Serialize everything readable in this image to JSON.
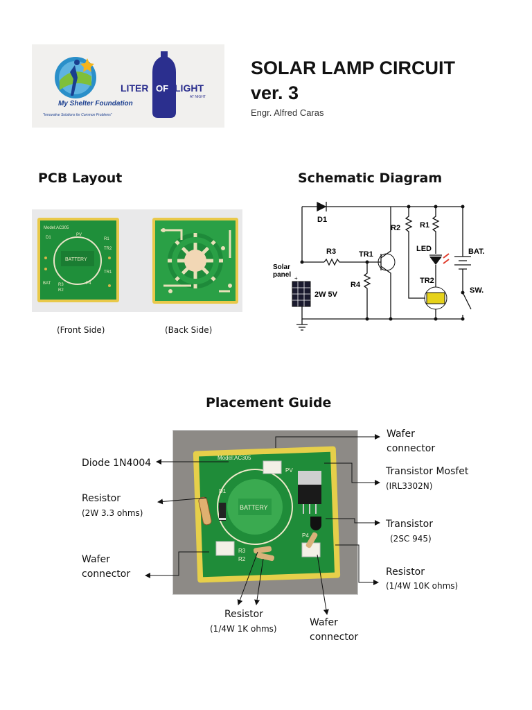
{
  "header": {
    "logo1_text": "My Shelter Foundation",
    "logo1_tagline": "\"Innovative Solutions for Common Problems\"",
    "logo2_text_a": "LITER",
    "logo2_text_b": "OF",
    "logo2_text_c": "LIGHT",
    "logo2_sub": "AT NIGHT",
    "title_line1": "SOLAR LAMP CIRCUIT",
    "title_line2": "ver. 3",
    "author": "Engr. Alfred Caras"
  },
  "pcb": {
    "heading": "PCB Layout",
    "front_caption": "(Front Side)",
    "back_caption": "(Back Side)",
    "board_label_model": "Model:AC305",
    "board_label_battery": "BATTERY",
    "board_label_pv": "PV",
    "board_label_bat": "BAT",
    "board_label_d1": "D1",
    "board_label_r1": "R1",
    "board_label_r2": "R2",
    "board_label_r3": "R3",
    "board_label_tr1": "TR1",
    "board_label_tr2": "TR2",
    "board_label_p4": "P4"
  },
  "schematic": {
    "heading": "Schematic Diagram",
    "d1": "D1",
    "r1": "R1",
    "r2": "R2",
    "r3": "R3",
    "r4": "R4",
    "tr1": "TR1",
    "tr2": "TR2",
    "led": "LED",
    "bat": "BAT.",
    "sw": "SW.",
    "solar_line1": "Solar",
    "solar_line2": "panel",
    "panel_rating": "2W 5V",
    "plus": "+"
  },
  "guide": {
    "heading": "Placement Guide",
    "wafer_top_1": "Wafer",
    "wafer_top_2": "connector",
    "diode": "Diode 1N4004",
    "mosfet": "Transistor Mosfet",
    "mosfet_sub": "(IRL3302N)",
    "resistor_left": "Resistor",
    "resistor_left_sub": "(2W  3.3 ohms)",
    "transistor": "Transistor",
    "transistor_sub": "(2SC 945)",
    "wafer_left_1": "Wafer",
    "wafer_left_2": "connector",
    "resistor_right": "Resistor",
    "resistor_right_sub": "(1/4W 10K ohms)",
    "resistor_bottom": "Resistor",
    "resistor_bottom_sub": "(1/4W 1K ohms)",
    "wafer_bottom_1": "Wafer",
    "wafer_bottom_2": "connector",
    "board_model": "Model:AC305",
    "board_battery": "BATTERY",
    "board_pv": "PV",
    "board_d1": "D1",
    "board_r3": "R3",
    "board_r2": "R2",
    "board_p4": "P4"
  }
}
